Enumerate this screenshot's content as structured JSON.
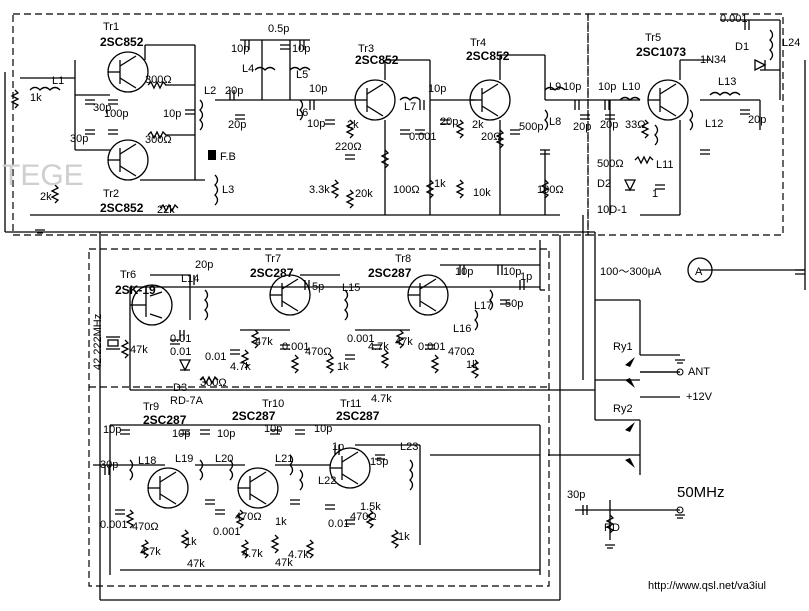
{
  "transistors": [
    {
      "ref": "Tr1",
      "part": "2SC852"
    },
    {
      "ref": "Tr2",
      "part": "2SC852"
    },
    {
      "ref": "Tr3",
      "part": "2SC852"
    },
    {
      "ref": "Tr4",
      "part": "2SC852"
    },
    {
      "ref": "Tr5",
      "part": "2SC1073"
    },
    {
      "ref": "Tr6",
      "part": "2SK-19"
    },
    {
      "ref": "Tr7",
      "part": "2SC287"
    },
    {
      "ref": "Tr8",
      "part": "2SC287"
    },
    {
      "ref": "Tr9",
      "part": "2SC287"
    },
    {
      "ref": "Tr10",
      "part": "2SC287"
    },
    {
      "ref": "Tr11",
      "part": "2SC287"
    }
  ],
  "inductors": [
    "L1",
    "L2",
    "L3",
    "L4",
    "L5",
    "L6",
    "L7",
    "L8",
    "L9",
    "L10",
    "L11",
    "L12",
    "L13",
    "L14",
    "L15",
    "L16",
    "L17",
    "L18",
    "L19",
    "L20",
    "L21",
    "L22",
    "L23",
    "L24"
  ],
  "diodes": [
    {
      "ref": "D1",
      "part": "1N34"
    },
    {
      "ref": "D2",
      "part": "10D-1"
    },
    {
      "ref": "D3",
      "part": "RD-7A"
    }
  ],
  "relays": [
    "Ry1",
    "Ry2"
  ],
  "values": {
    "r1k": "1k",
    "r300": "300Ω",
    "r22k": "22k",
    "r2k": "2k",
    "r220": "220Ω",
    "r3_3k": "3.3k",
    "r20k": "20k",
    "r100": "100Ω",
    "r10k": "10k",
    "r500": "500Ω",
    "r47k": "47k",
    "r470": "470Ω",
    "r4_7k": "4.7k",
    "r1_5k": "1.5k",
    "r33": "33Ω",
    "r20": "20Ω",
    "c30p": "30p",
    "c100p": "100p",
    "c10p": "10p",
    "c20p": "20p",
    "c0_5p": "0.5p",
    "c0_001": "0.001",
    "c500p": "500p",
    "c0_01": "0.01",
    "c5p": "5p",
    "c1p": "1p",
    "c50p": "50p",
    "c15p": "15p",
    "c1": "1"
  },
  "labels": {
    "fb": "F.B",
    "crystal": "42.222MHz",
    "meter": "100～300μA",
    "meter_symbol": "A",
    "ant": "ANT",
    "supply": "+12V",
    "output": "50MHz",
    "rd": "RD",
    "url": "http://www.qsl.net/va3iul"
  },
  "colors": {
    "ink": "#000000",
    "paper": "#ffffff"
  }
}
